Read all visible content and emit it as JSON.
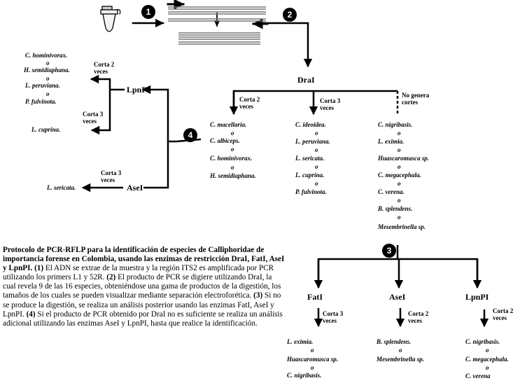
{
  "steps": {
    "s1": "1",
    "s2": "2",
    "s3": "3",
    "s4": "4"
  },
  "enzymes": {
    "dra": "DraI",
    "lpn_top": "LpnPI",
    "ase_left": "AseI",
    "fat": "FatI",
    "ase_bottom": "AseI",
    "lpn_bottom": "LpnPI"
  },
  "cut_labels": {
    "dra_left": [
      "Corta 2",
      "veces"
    ],
    "dra_mid": [
      "Corta 3",
      "veces"
    ],
    "dra_right": [
      "No genera",
      "cortes"
    ],
    "lpn_top_up": [
      "Corta 2",
      "veces"
    ],
    "lpn_top_down": [
      "Corta 3",
      "veces"
    ],
    "ase_left": [
      "Corta 3",
      "veces"
    ],
    "fat": [
      "Corta 3",
      "veces"
    ],
    "ase_bottom": [
      "Corta 2",
      "veces"
    ],
    "lpn_bottom": [
      "Corta 2",
      "veces"
    ]
  },
  "separator": "o",
  "species": {
    "lpn_top_up": [
      "C. hominivorax.",
      "H. semidiaphana.",
      "L. peruviana.",
      "P. fulvinota."
    ],
    "lpn_top_down": [
      "L. cuprina."
    ],
    "ase_left": [
      "L. sericata."
    ],
    "dra_left": [
      "C. macellaria.",
      "C. albiceps.",
      "C. hominivorax.",
      "H. semidiaphana."
    ],
    "dra_mid": [
      "C. ideoidea.",
      "L. peruviana.",
      "L. sericata.",
      "L. cuprina.",
      "P. fulvinota."
    ],
    "dra_right": [
      "C. nigribasis.",
      "L. eximia.",
      "Huascaromusca sp.",
      "C. megacephala.",
      "C. verena.",
      "B. splendens.",
      "Mesembrinella sp."
    ],
    "fat": [
      "L. eximia.",
      "Huascaromusca sp.",
      "C. nigribasis."
    ],
    "ase_bottom": [
      "B. splendens.",
      "Mesembrinella sp."
    ],
    "lpn_bottom": [
      "C. nigribasis.",
      "C. megacephala.",
      "C. verena"
    ]
  },
  "caption": {
    "title": "Protocolo de PCR-RFLP para la identificación de especies de Calliphoridae de importancia forense en Colombia, usando las enzimas de restricción DraI, FatI, AseI y LpnPI.",
    "m1": "(1)",
    "t1": " El ADN se extrae de la muestra y la región ITS2 es amplificada por PCR utilizando los primers L1 y 52R. ",
    "m2": "(2)",
    "t2": " El producto de PCR se digiere utilizando DraI, la cual revela 9 de las 16 especies, obteniéndose una gama de productos de la digestión, los tamaños de los cuales se pueden visualizar mediante separación electroforética. ",
    "m3": "(3)",
    "t3": " Si no se produce la digestión, se realiza un análisis posterior usando las enzimas FatI, AseI y LpnPI. ",
    "m4": "(4)",
    "t4": " Si el producto de PCR obtenido por DraI no es suficiente se realiza un análisis adicional utilizando las enzimas AseI y LpnPI, hasta que realice la identificación."
  }
}
